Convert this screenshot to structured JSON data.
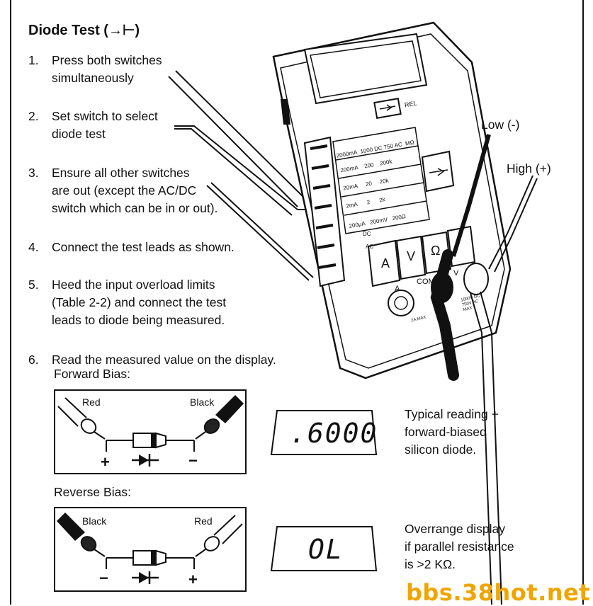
{
  "title": "Diode Test (→⊢)",
  "steps": [
    {
      "num": "1.",
      "lines": [
        "Press both switches",
        "simultaneously"
      ]
    },
    {
      "num": "2.",
      "lines": [
        "Set switch to select",
        "diode test"
      ]
    },
    {
      "num": "3.",
      "lines": [
        "Ensure all other switches",
        "are out (except the AC/DC",
        "switch which can be in or out)."
      ]
    },
    {
      "num": "4.",
      "lines": [
        "Connect the test leads as shown."
      ]
    },
    {
      "num": "5.",
      "lines": [
        "Heed the input overload limits",
        "(Table 2-2) and connect the test",
        "leads to diode being measured."
      ]
    },
    {
      "num": "6.",
      "lines": [
        "Read the measured value on the display."
      ]
    }
  ],
  "forward": {
    "heading": "Forward Bias:",
    "left_probe": "Red",
    "right_probe": "Black",
    "left_sign": "+",
    "right_sign": "−",
    "display": ".6000",
    "note": [
      "Typical reading +",
      "forward-biased",
      "silicon diode."
    ]
  },
  "reverse": {
    "heading": "Reverse Bias:",
    "left_probe": "Black",
    "right_probe": "Red",
    "left_sign": "−",
    "right_sign": "+",
    "display": "OL",
    "note": [
      "Overrange display",
      "if parallel resistance",
      "is >2 KΩ."
    ]
  },
  "meter": {
    "low_label": "Low (-)",
    "high_label": "High (+)",
    "rel_button": "REL",
    "range_rows": [
      [
        "2000mA",
        "1000 DC 750 AC",
        "MΩ"
      ],
      [
        "200mA",
        "200",
        "200k"
      ],
      [
        "20mA",
        "20",
        "20k"
      ],
      [
        "2mA",
        "2",
        "2k"
      ],
      [
        "200μA",
        "200mV",
        "200Ω"
      ]
    ],
    "dc_label": "DC",
    "ac_label": "AC",
    "func_buttons": [
      "A",
      "V",
      "Ω"
    ],
    "jacks": [
      "A",
      "COM",
      "V"
    ],
    "jack_limits": [
      "2A MAX",
      "1000V DC 750V AC MAX"
    ]
  },
  "watermark": "bbs.38hot.net"
}
